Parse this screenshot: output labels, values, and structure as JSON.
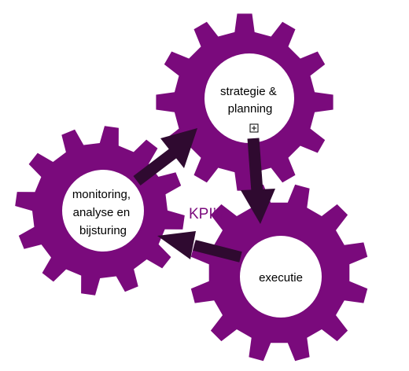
{
  "colors": {
    "gear": "#7a0a7c",
    "hub": "#ffffff",
    "arrow": "#2f0a30",
    "kpi_text": "#7a0a7c"
  },
  "gears": {
    "strategy": {
      "lines": [
        "strategie &",
        "planning"
      ]
    },
    "monitoring": {
      "lines": [
        "monitoring,",
        "analyse en",
        "bijsturing"
      ]
    },
    "execution": {
      "lines": [
        "executie"
      ]
    }
  },
  "kpi_label": "KPI’s",
  "expand_icon": "plus-square-icon"
}
